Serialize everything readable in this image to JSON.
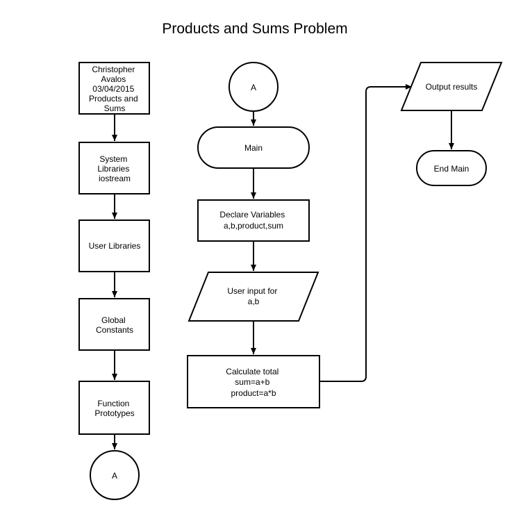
{
  "title": "Products and Sums Problem",
  "nodes": {
    "header": {
      "lines": [
        "Christopher",
        "Avalos",
        "03/04/2015",
        "Products and",
        "Sums"
      ]
    },
    "system_libraries": {
      "lines": [
        "System",
        "Libraries",
        "iostream"
      ]
    },
    "user_libraries": {
      "lines": [
        "User Libraries"
      ]
    },
    "global_constants": {
      "lines": [
        "Global",
        "Constants"
      ]
    },
    "function_prototypes": {
      "lines": [
        "Function",
        "Prototypes"
      ]
    },
    "connector_bottom": {
      "lines": [
        "A"
      ]
    },
    "connector_top": {
      "lines": [
        "A"
      ]
    },
    "main": {
      "lines": [
        "Main"
      ]
    },
    "declare_variables": {
      "lines": [
        "Declare Variables",
        "a,b,product,sum"
      ]
    },
    "user_input": {
      "lines": [
        "User input for",
        "a,b"
      ]
    },
    "calculate_total": {
      "lines": [
        "Calculate total",
        "sum=a+b",
        "product=a*b"
      ]
    },
    "output_results": {
      "lines": [
        "Output results"
      ]
    },
    "end_main": {
      "lines": [
        "End Main"
      ]
    }
  }
}
